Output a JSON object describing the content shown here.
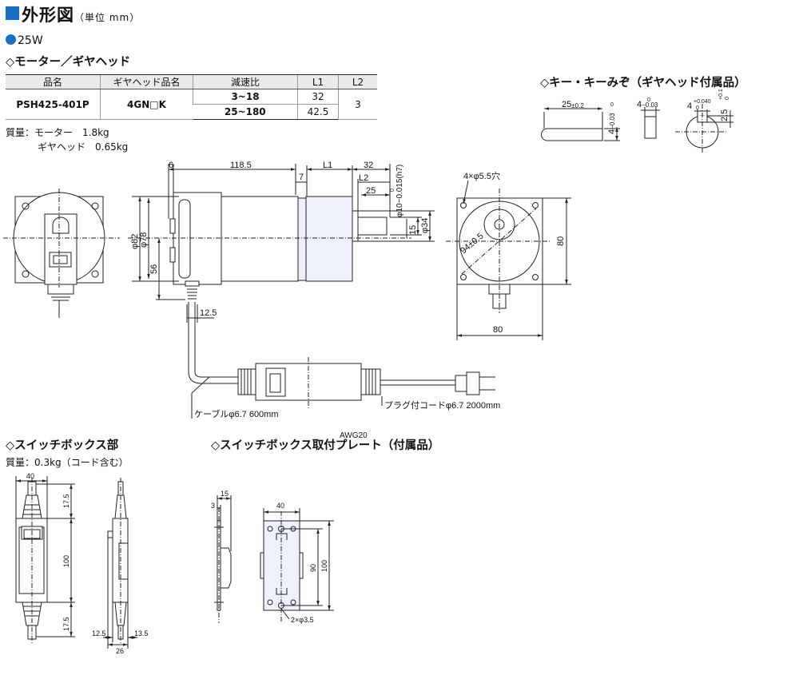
{
  "header": {
    "title": "外形図",
    "unit": "（単位 mm）"
  },
  "power": "25W",
  "section_motor_gear": "◇モーター／ギヤヘッド",
  "table": {
    "headers": [
      "品名",
      "ギヤヘッド品名",
      "減速比",
      "L1",
      "L2"
    ],
    "row": {
      "product": "PSH425-401P",
      "gearhead": "4GN□K",
      "ratio1": "3~18",
      "ratio2": "25~180",
      "l1_1": "32",
      "l1_2": "42.5",
      "l2": "3"
    }
  },
  "mass": {
    "line1": "質量：モーター　1.8kg",
    "line2": "ギヤヘッド　0.65kg"
  },
  "key_section": {
    "title": "◇キー・キーみぞ（ギヤヘッド付属品）",
    "len": "25",
    "len_tol": "±0.2",
    "w": "4",
    "w_tol": "−0.03",
    "w_up": "0",
    "w2": "4",
    "w2_tol": "−0.03",
    "w2_up": "0",
    "slot": "4",
    "slot_up": "+0.040",
    "slot_low": "0",
    "depth": "2.5",
    "depth_up": "+0.1",
    "depth_low": "0"
  },
  "dims": {
    "d6": "6",
    "d118": "118.5",
    "d7": "7",
    "L1": "L1",
    "d32": "32",
    "L2": "L2",
    "d25": "25",
    "shaft": "φ10−0.015(h7)",
    "shaft_top": "0",
    "d15": "15",
    "phi34": "φ34",
    "phi82": "φ82",
    "phi78": "φ78",
    "d56": "56",
    "d12": "12.5",
    "holes": "4×φ5.5穴",
    "pcd": "94±0.5",
    "w80": "80",
    "h80": "80",
    "cable": "ケーブルφ6.7  600mm",
    "plug": "プラグ付コードφ6.7  2000mm",
    "awg": "AWG20"
  },
  "switch_box": {
    "title": "◇スイッチボックス部",
    "mass": "質量：0.3kg（コード含む）",
    "w40": "40",
    "t175": "17.5",
    "h100": "100",
    "b175": "17.5",
    "l125": "12.5",
    "w26": "26",
    "r135": "13.5"
  },
  "plate": {
    "title": "◇スイッチボックス取付プレート（付属品）",
    "d15": "15",
    "d3": "3",
    "w40": "40",
    "h90": "90",
    "h100": "100",
    "holes": "2×φ3.5"
  }
}
